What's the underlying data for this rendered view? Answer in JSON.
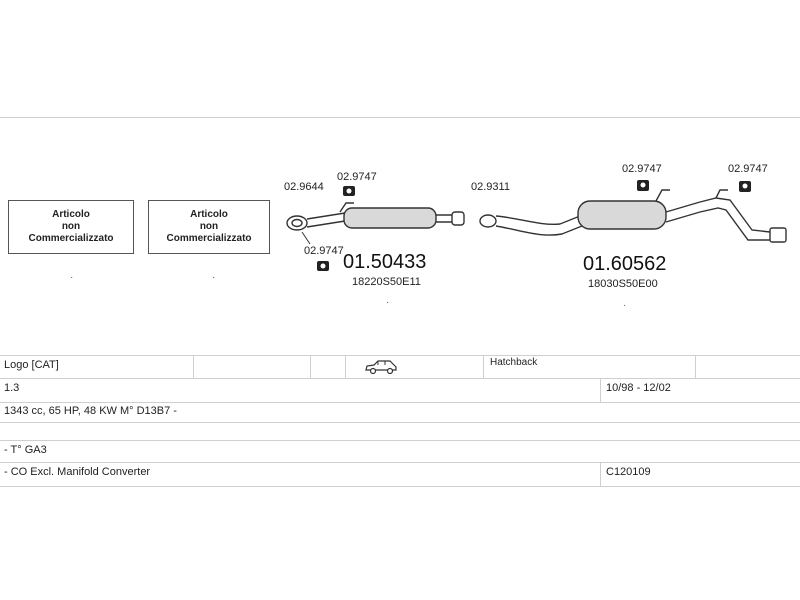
{
  "not_sold_boxes": [
    {
      "line1": "Articolo",
      "line2": "non",
      "line3": "Commercializzato"
    },
    {
      "line1": "Articolo",
      "line2": "non",
      "line3": "Commercializzato"
    }
  ],
  "parts": {
    "flange_gasket": "02.9644",
    "rubber_mount_top": "02.9747",
    "rubber_mount_bottom": "02.9747",
    "front_pipe_number": "01.50433",
    "front_pipe_oem": "18220S50E11",
    "ring_gasket": "02.9311",
    "rear_mount_left": "02.9747",
    "rear_mount_right": "02.9747",
    "rear_silencer_number": "01.60562",
    "rear_silencer_oem": "18030S50E00"
  },
  "table": {
    "row1": {
      "engine_code_label": "Logo  [CAT]",
      "body_type": "Hatchback"
    },
    "row2": {
      "displacement": "1.3",
      "years": "10/98 - 12/02"
    },
    "row3": {
      "spec": "1343 cc, 65 HP, 48 KW M° D13B7 -"
    },
    "row4": {
      "note": "- T° GA3"
    },
    "row5": {
      "note": "- CO Excl. Manifold Converter",
      "catalog": "C120109"
    }
  },
  "icons": {
    "vehicle": "hatchback-car-icon"
  }
}
